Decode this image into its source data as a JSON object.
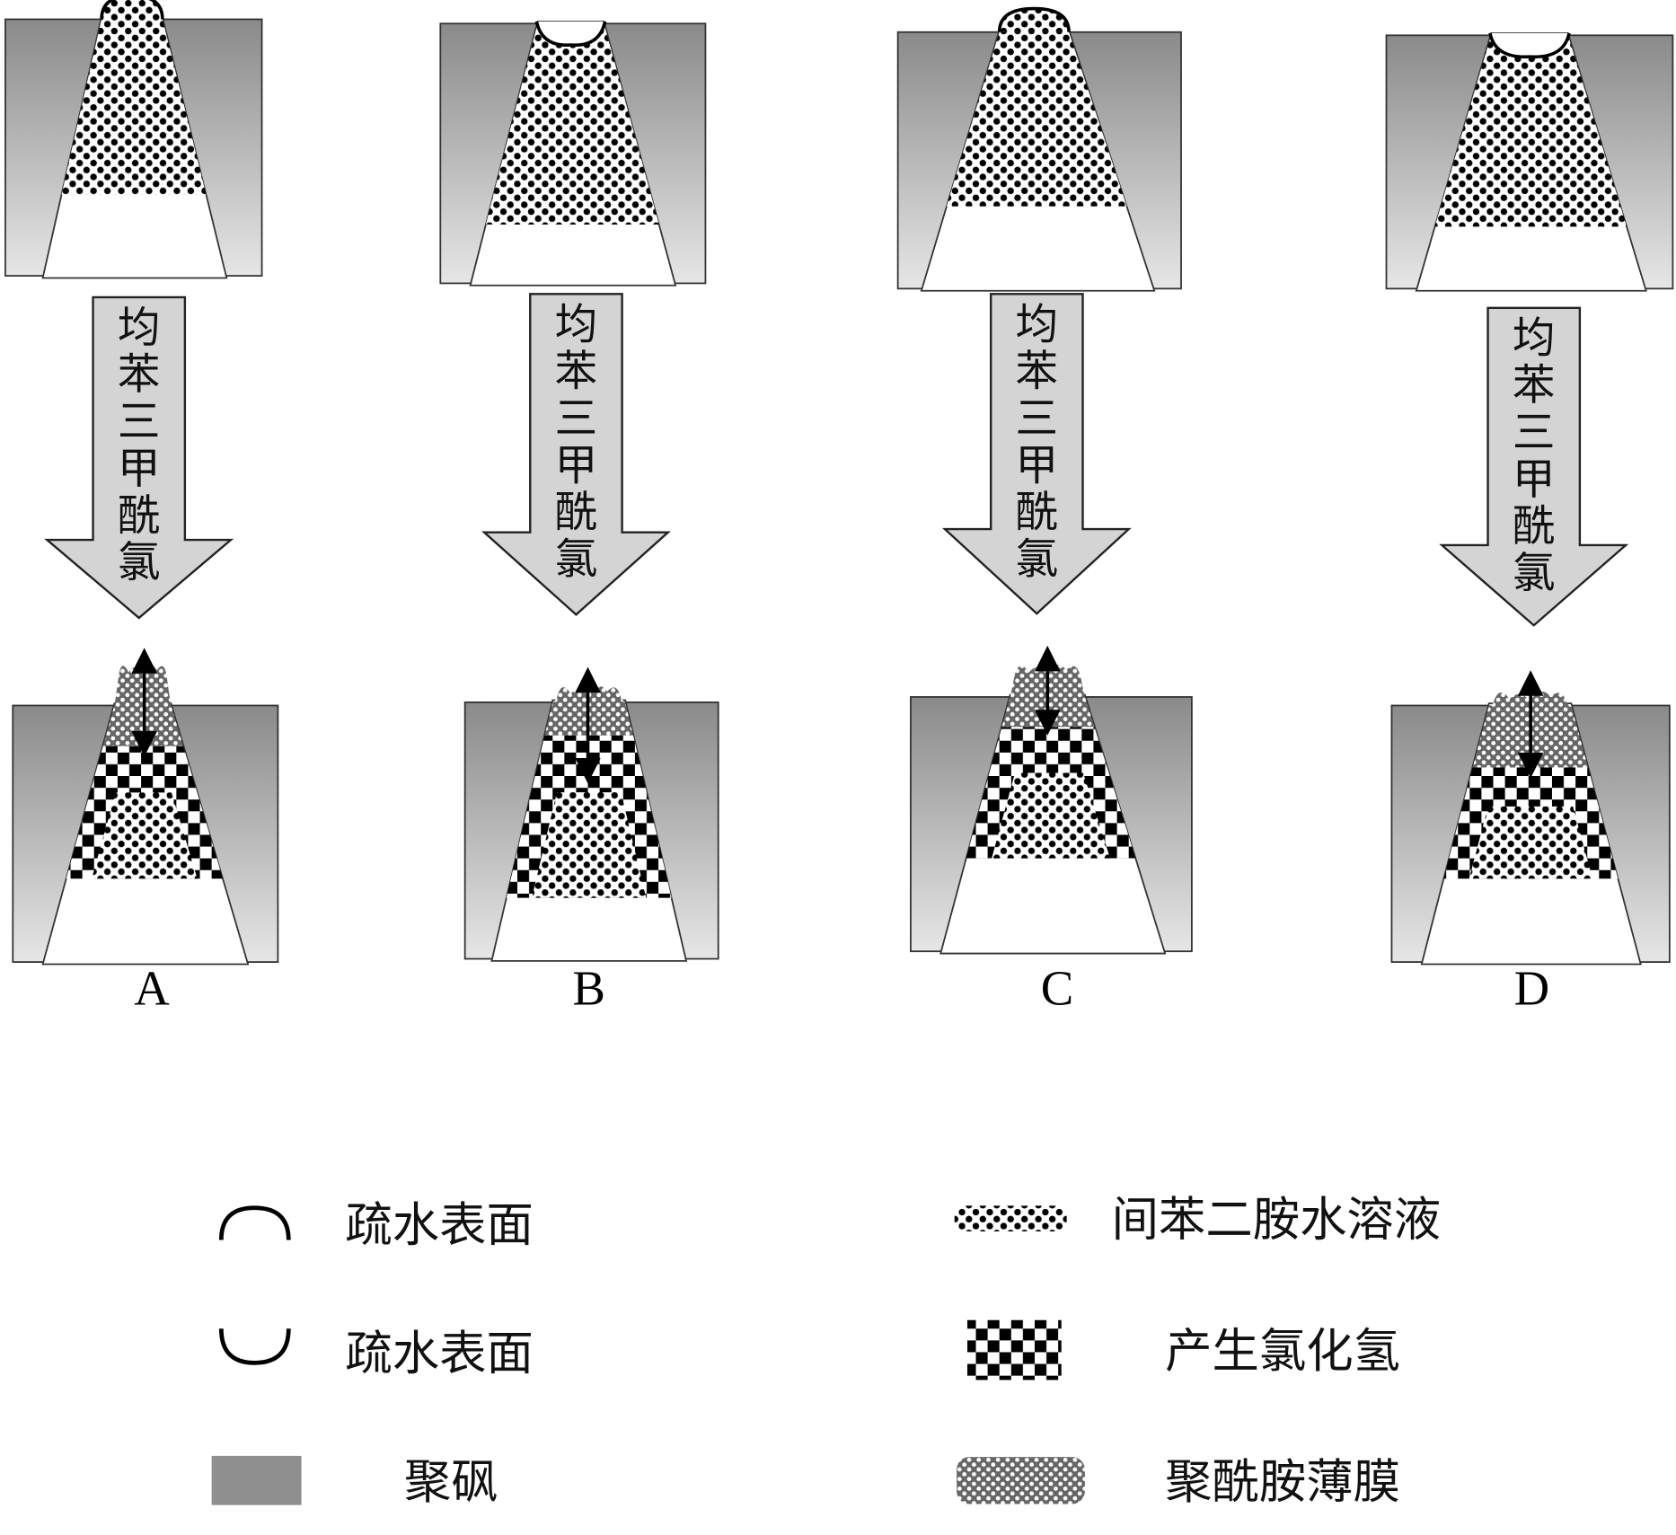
{
  "diagram": {
    "reagent_label": "均苯三甲酰氯",
    "panel_labels": [
      "A",
      "B",
      "C",
      "D"
    ],
    "legend": {
      "left": [
        {
          "icon": "convex-arc-icon",
          "label": "疏水表面"
        },
        {
          "icon": "concave-arc-icon",
          "label": "疏水表面"
        },
        {
          "icon": "gray-block-icon",
          "label": "聚砜"
        }
      ],
      "right": [
        {
          "icon": "dot-pattern-icon",
          "label": "间苯二胺水溶液"
        },
        {
          "icon": "checker-pattern-icon",
          "label": "产生氯化氢"
        },
        {
          "icon": "fine-checker-icon",
          "label": "聚酰胺薄膜"
        }
      ]
    },
    "colors": {
      "substrate_dark": "#8a8a8a",
      "substrate_light": "#e6e6e6",
      "arrow_fill": "#d4d4d4",
      "ink": "#000000"
    }
  }
}
